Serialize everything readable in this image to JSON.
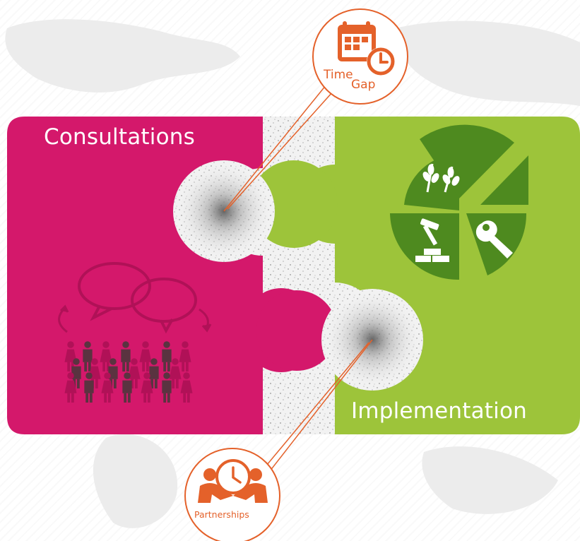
{
  "diagram": {
    "left_piece": {
      "title": "Consultations",
      "color": "#d4186b"
    },
    "right_piece": {
      "title": "Implementation",
      "color": "#9dc43a"
    },
    "top_badge": {
      "line1": "Time",
      "line2": "Gap",
      "icon": "calendar-clock-icon"
    },
    "bottom_badge": {
      "label": "Partnerships",
      "icon": "handshake-clock-icon"
    },
    "accent_color": "#e4612a",
    "pie_dark_color": "#4e8a1f",
    "people_colors": [
      "#b01157",
      "#5a3340"
    ]
  }
}
